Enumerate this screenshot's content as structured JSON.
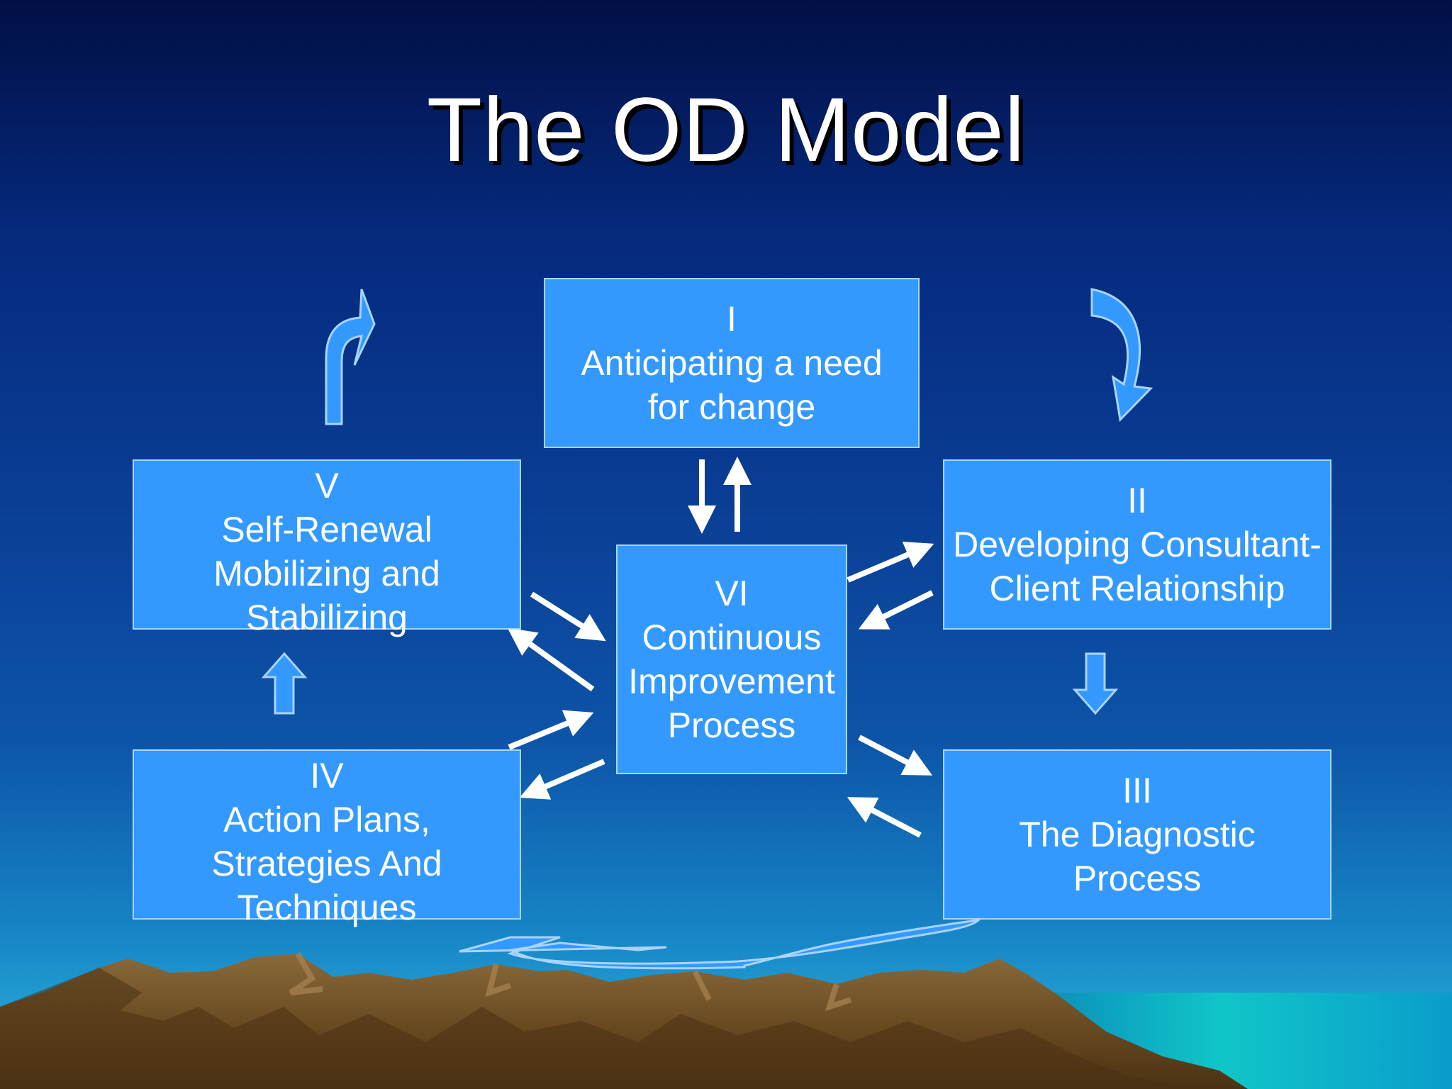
{
  "title": "The OD Model",
  "stages": {
    "stage_1": {
      "numeral": "I",
      "lines": [
        "Anticipating a need",
        "for change"
      ]
    },
    "stage_2": {
      "numeral": "II",
      "lines": [
        "Developing Consultant-",
        "Client Relationship"
      ]
    },
    "stage_3": {
      "numeral": "III",
      "lines": [
        "The Diagnostic",
        "Process"
      ]
    },
    "stage_4": {
      "numeral": "IV",
      "lines": [
        "Action Plans,",
        "Strategies And",
        "Techniques"
      ]
    },
    "stage_5": {
      "numeral": "V",
      "lines": [
        "Self-Renewal",
        "Mobilizing and",
        "Stabilizing"
      ]
    },
    "stage_6": {
      "numeral": "VI",
      "lines": [
        "Continuous",
        "Improvement",
        "Process"
      ]
    }
  },
  "colors": {
    "box_fill": "#3399ff",
    "box_border": "#a9d4ff",
    "arrow_white": "#ffffff",
    "flow_arrow": "#3399ff",
    "mountain": "#6b4a1f",
    "sea": "#1fc9c9"
  }
}
